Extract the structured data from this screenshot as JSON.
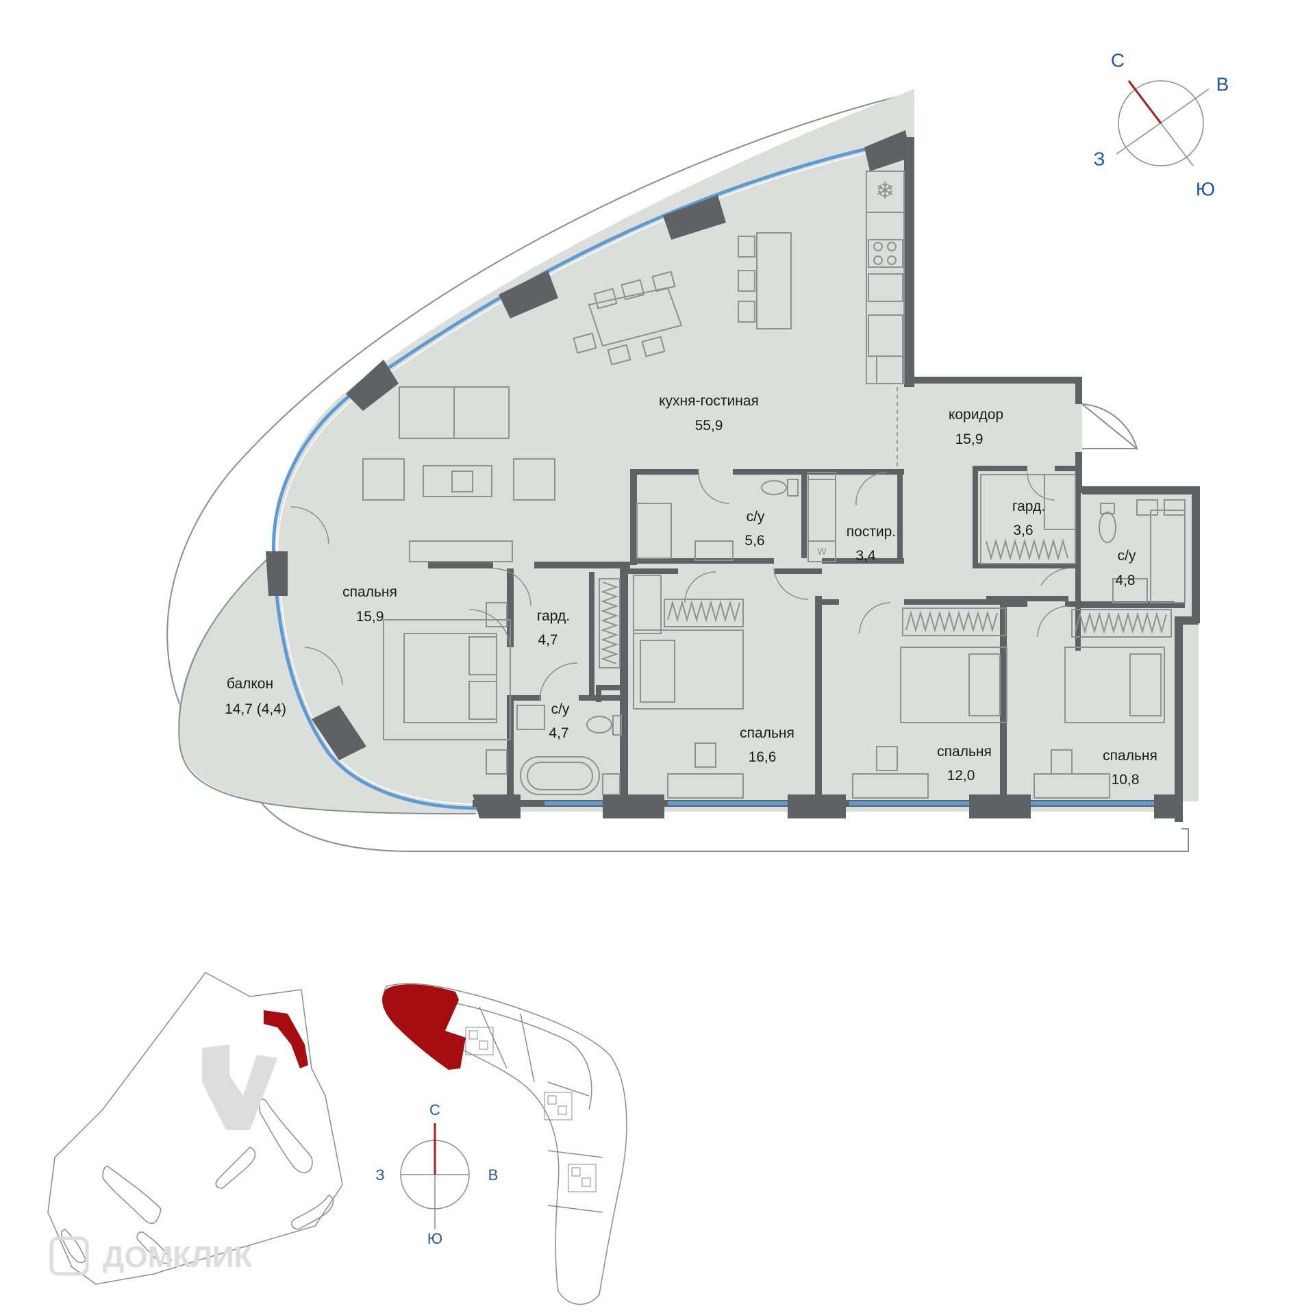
{
  "colors": {
    "floor": "#dcdedb",
    "wall": "#5f6164",
    "window": "#5d9bd3",
    "outline": "#8a8c8e",
    "furniture": "#8e9092",
    "compass_text": "#2456a6",
    "compass_north": "#b1181d",
    "highlight": "#a50d10",
    "watermark": "#dddddd"
  },
  "rooms": {
    "kitchen_living": {
      "name": "кухня-гостиная",
      "area": "55,9"
    },
    "corridor": {
      "name": "коридор",
      "area": "15,9"
    },
    "bath_1": {
      "name": "с/у",
      "area": "5,6"
    },
    "laundry": {
      "name": "постир.",
      "area": "3,4"
    },
    "wardrobe_1": {
      "name": "гард.",
      "area": "3,6"
    },
    "bath_2": {
      "name": "с/у",
      "area": "4,8"
    },
    "bedroom_1": {
      "name": "спальня",
      "area": "15,9"
    },
    "wardrobe_2": {
      "name": "гард.",
      "area": "4,7"
    },
    "bath_3": {
      "name": "с/у",
      "area": "4,7"
    },
    "balcony": {
      "name": "балкон",
      "area": "14,7 (4,4)"
    },
    "bedroom_2": {
      "name": "спальня",
      "area": "16,6"
    },
    "bedroom_3": {
      "name": "спальня",
      "area": "12,0"
    },
    "bedroom_4": {
      "name": "спальня",
      "area": "10,8"
    }
  },
  "compass_main": {
    "north": "С",
    "east": "В",
    "south": "Ю",
    "west": "З"
  },
  "compass_small": {
    "north": "С",
    "east": "В",
    "south": "Ю",
    "west": "З"
  },
  "icons": {
    "fridge": "snowflake-icon",
    "washer": "washing-machine-icon"
  },
  "laundry_mark": "W",
  "watermark": "ДОМКЛИК"
}
